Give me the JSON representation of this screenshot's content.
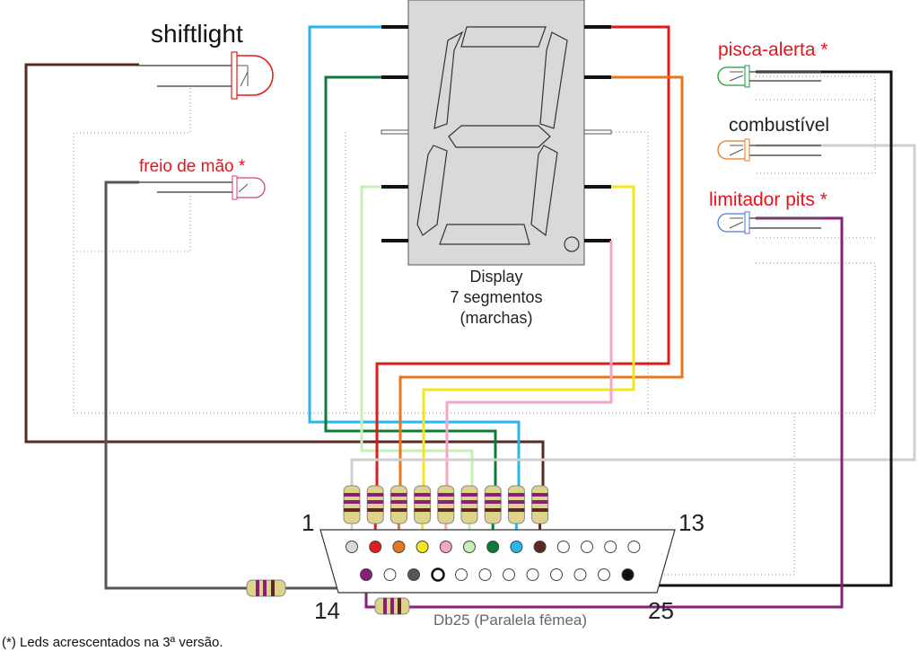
{
  "labels": {
    "shiftlight": "shiftlight",
    "freio": "freio de mão *",
    "pisca": "pisca-alerta *",
    "combustivel": "combustível",
    "limitador": "limitador pits *",
    "display_line1": "Display",
    "display_line2": "7 segmentos",
    "display_line3": "(marchas)",
    "pin_1": "1",
    "pin_13": "13",
    "pin_14": "14",
    "pin_25": "25",
    "connector": "Db25 (Paralela fêmea)",
    "footnote": "(*) Leds acrescentados na 3ª versão."
  },
  "colors": {
    "red_label": "#e8141c",
    "brown": "#5a2a22",
    "grey_dark": "#555555",
    "cyan": "#29b6e8",
    "green": "#0b7a3b",
    "light_green": "#c4f0b4",
    "red": "#e01b1b",
    "orange": "#e8761c",
    "yellow": "#f5e61a",
    "pink": "#f4a6c8",
    "light_grey": "#cfcfcf",
    "black": "#111111",
    "purple": "#8a1f7a",
    "display_bg": "#d9d9d9"
  },
  "resistor_colors": [
    "#d8d8d8",
    "#e01b1b",
    "#e8761c",
    "#f5e61a",
    "#f4a6c8",
    "#c4f0b4",
    "#0b7a3b",
    "#29b6e8",
    "#5a2a22"
  ],
  "top_row_pins": [
    "#d8d8d8",
    "#e01b1b",
    "#e8761c",
    "#f5e61a",
    "#f4a6c8",
    "#c4f0b4",
    "#0b7a3b",
    "#29b6e8",
    "#5a2a22",
    "#ffffff",
    "#ffffff",
    "#ffffff",
    "#ffffff"
  ],
  "bottom_row_pins": [
    "#8a1f7a",
    "#ffffff",
    "#555555",
    "#ffffff",
    "#ffffff",
    "#ffffff",
    "#ffffff",
    "#ffffff",
    "#ffffff",
    "#ffffff",
    "#ffffff",
    "#111111"
  ]
}
